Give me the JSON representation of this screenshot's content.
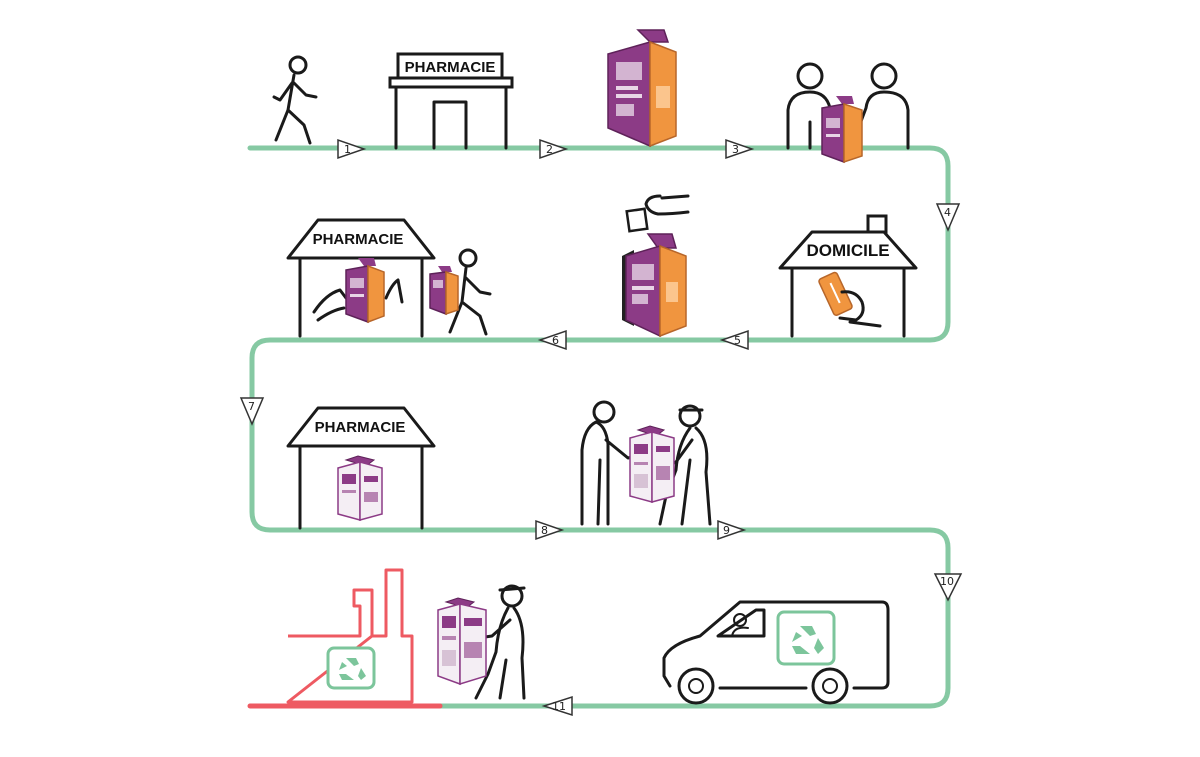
{
  "signs": {
    "pharmacie_1": "PHARMACIE",
    "pharmacie_2": "PHARMACIE",
    "pharmacie_3": "PHARMACIE",
    "domicile": "DOMICILE"
  },
  "steps": [
    "1",
    "2",
    "3",
    "4",
    "5",
    "6",
    "7",
    "8",
    "9",
    "10",
    "11"
  ],
  "colors": {
    "path": "#86c9a3",
    "path_end": "#ee5a62",
    "factory": "#ee5a62",
    "recycle": "#7cc59b",
    "box_purple": "#8c3b86",
    "box_orange": "#f0953f"
  },
  "icons": {
    "walking_person": "walking-person-icon",
    "pharmacy_building": "pharmacy-building-icon",
    "collection_box": "collection-box-icon",
    "handover": "handover-icon",
    "home": "home-icon",
    "truck": "van-icon",
    "factory": "recycling-factory-icon",
    "recycle": "recycle-icon"
  }
}
